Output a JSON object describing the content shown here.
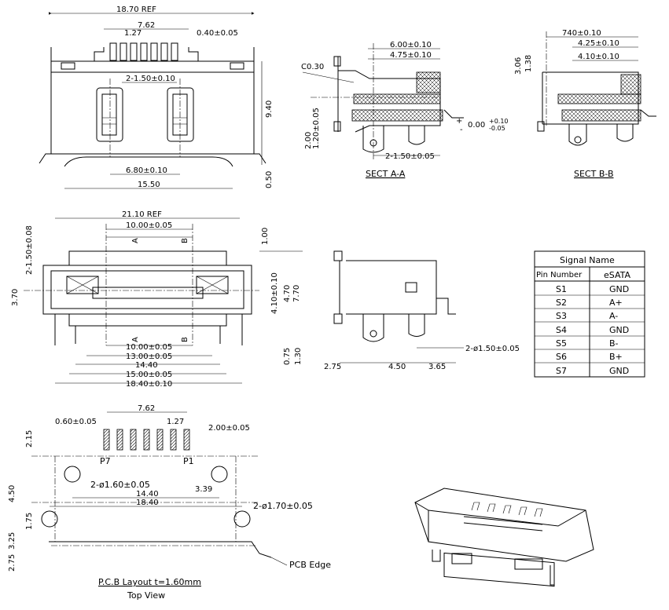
{
  "front_view": {
    "dims": {
      "ref_width": "18.70 REF",
      "pitch_total": "7.62",
      "pitch": "1.27",
      "pin_width": "0.40±0.05",
      "slot": "2-1.50±0.10",
      "height": "9.40",
      "slot_span": "6.80±0.10",
      "base_width": "15.50",
      "foot": "0.50"
    }
  },
  "section_aa": {
    "title": "SECT A-A",
    "dims": {
      "d1": "6.00±0.10",
      "d2": "4.75±0.10",
      "chamfer": "C0.30",
      "h1": "1.20±0.05",
      "h2": "2.00",
      "peg": "2-1.50±0.05",
      "flat_label": "0.00",
      "flat_tol_plus": "+0.10",
      "flat_tol_minus": "-0.05",
      "plus_sign": "+",
      "minus_sign": "-"
    }
  },
  "section_bb": {
    "title": "SECT B-B",
    "dims": {
      "d1": "740±0.10",
      "d2": "4.25±0.10",
      "d3": "4.10±0.10",
      "h1": "3.06",
      "h2": "1.38"
    }
  },
  "top_view": {
    "dims": {
      "ref": "21.10 REF",
      "top_span": "10.00±0.05",
      "bottom_span": "10.00±0.05",
      "w13": "13.00±0.05",
      "w14": "14.40",
      "w15": "15.00±0.05",
      "w18": "18.40±0.10",
      "left_small": "2-1.50±0.08",
      "left_h": "3.70",
      "right_a": "1.00",
      "right_b": "4.10±0.10",
      "right_c": "4.70",
      "right_d": "7.70",
      "right_e": "0.75",
      "right_f": "1.30",
      "sec_a": "A",
      "sec_b": "B"
    }
  },
  "side_view": {
    "dims": {
      "peg": "2-ø1.50±0.05",
      "d1": "2.75",
      "d2": "4.50",
      "d3": "3.65"
    }
  },
  "signal_table": {
    "title": "Signal Name",
    "headers": [
      "Pin Number",
      "eSATA"
    ],
    "rows": [
      [
        "S1",
        "GND"
      ],
      [
        "S2",
        "A+"
      ],
      [
        "S3",
        "A-"
      ],
      [
        "S4",
        "GND"
      ],
      [
        "S5",
        "B-"
      ],
      [
        "S6",
        "B+"
      ],
      [
        "S7",
        "GND"
      ]
    ]
  },
  "pcb_layout": {
    "title": "P.C.B Layout t=1.60mm",
    "subtitle": "Top View",
    "edge_label": "PCB Edge",
    "pin_left": "P7",
    "pin_right": "P1",
    "dims": {
      "pad_w": "0.60±0.05",
      "pitch_total": "7.62",
      "pitch": "1.27",
      "pad_len": "2.00±0.05",
      "h_top": "2.15",
      "hole_small": "2-ø1.60±0.05",
      "span_small": "14.40",
      "offset": "3.39",
      "span_large": "18.40",
      "hole_large": "2-ø1.70±0.05",
      "v1": "4.50",
      "v2": "1.75",
      "v3": "3.25",
      "v4": "2.75"
    }
  }
}
